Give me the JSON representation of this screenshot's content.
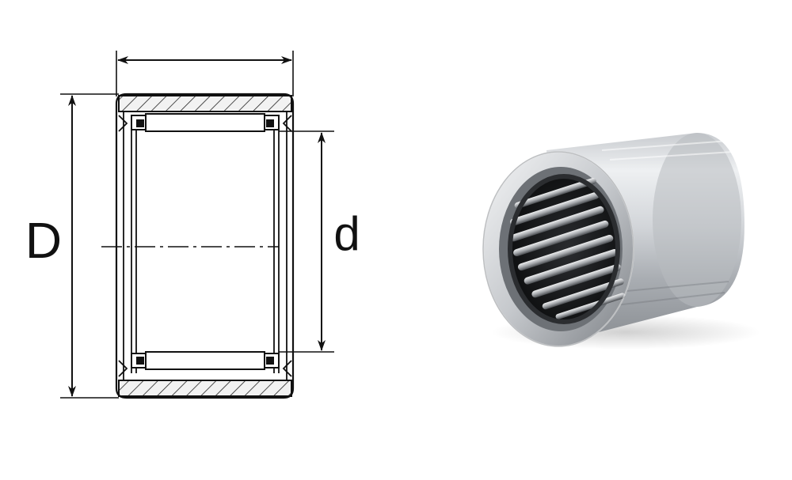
{
  "diagram": {
    "label_outer_diameter": "D",
    "label_inner_diameter": "d"
  },
  "colors": {
    "line": "#111111",
    "background": "#ffffff",
    "hatch_bg": "#f2f2f2",
    "cup_light": "#e9eaec",
    "cup_mid": "#b9bcc1",
    "cup_dark": "#6f7378",
    "bore_dark": "#121314",
    "needle_light": "#d7d9dc"
  },
  "photo": {
    "subject": "drawn-cup-needle-roller-bearing",
    "needle_count_visible": 9
  }
}
